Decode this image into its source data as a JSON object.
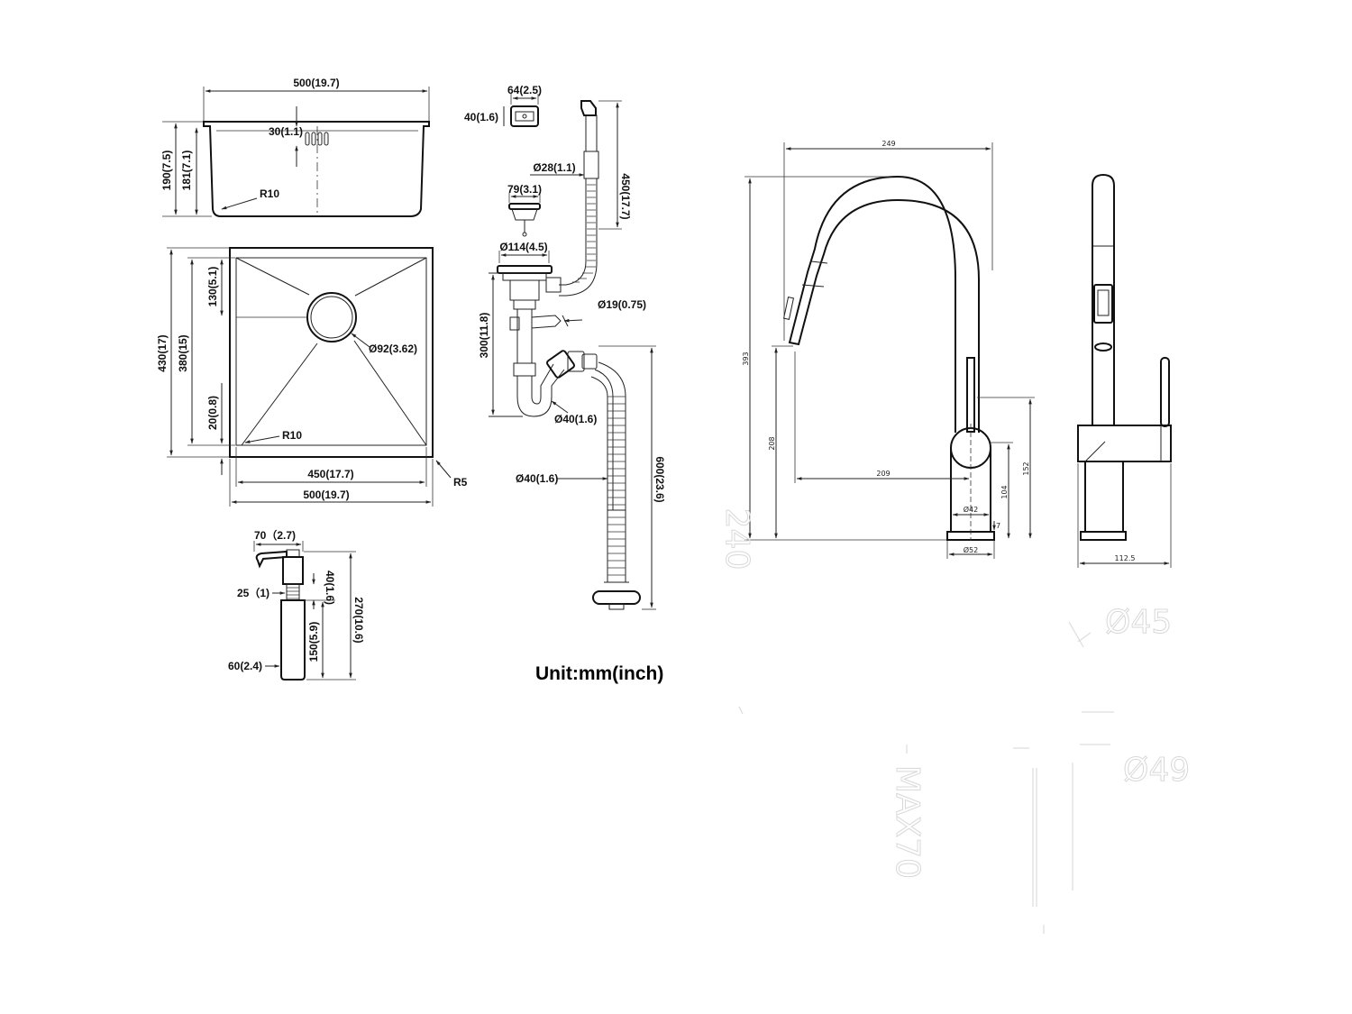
{
  "unit_note": "Unit:mm(inch)",
  "sink_side_view": {
    "width": "500(19.7)",
    "height_outer": "190(7.5)",
    "height_inner": "181(7.1)",
    "overflow_offset": "30(1.1)",
    "corner_radius": "R10"
  },
  "sink_top_view": {
    "outer_depth": "430(17)",
    "inner_depth": "380(15)",
    "drain_offset": "130(5.1)",
    "bottom_offset": "20(0.8)",
    "drain_diameter": "Ø92(3.62)",
    "corner_radius": "R10",
    "edge_radius": "R5",
    "inner_width": "450(17.7)",
    "outer_width": "500(19.7)"
  },
  "drain_kit": {
    "overflow_width": "64(2.5)",
    "overflow_height": "40(1.6)",
    "overflow_hose_diameter": "Ø28(1.1)",
    "overflow_hose_length": "450(17.7)",
    "strainer_top": "79(3.1)",
    "strainer_flange": "Ø114(4.5)",
    "trap_height": "300(11.8)",
    "branch_diameter": "Ø19(0.75)",
    "trap_diameter": "Ø40(1.6)",
    "hose_diameter": "Ø40(1.6)",
    "hose_length": "600(23.6)"
  },
  "soap_dispenser": {
    "spout_reach": "70（2.7)",
    "neck_height": "40(1.6)",
    "thread": "25（1)",
    "bottle_height": "150(5.9)",
    "total_height": "270(10.6)",
    "bottle_diameter": "60(2.4)"
  },
  "faucet_front": {
    "reach": "249",
    "total_height": "393",
    "spout_clearance": "208",
    "spout_reach": "209",
    "handle_height": "152",
    "body_height": "104",
    "base_height": "7",
    "body_diameter": "Ø42",
    "base_diameter": "Ø52"
  },
  "faucet_side": {
    "depth": "112.5"
  },
  "ghost_text": {
    "a": "240",
    "b": "Ø45",
    "c": "Ø49",
    "d": "MAX70"
  }
}
